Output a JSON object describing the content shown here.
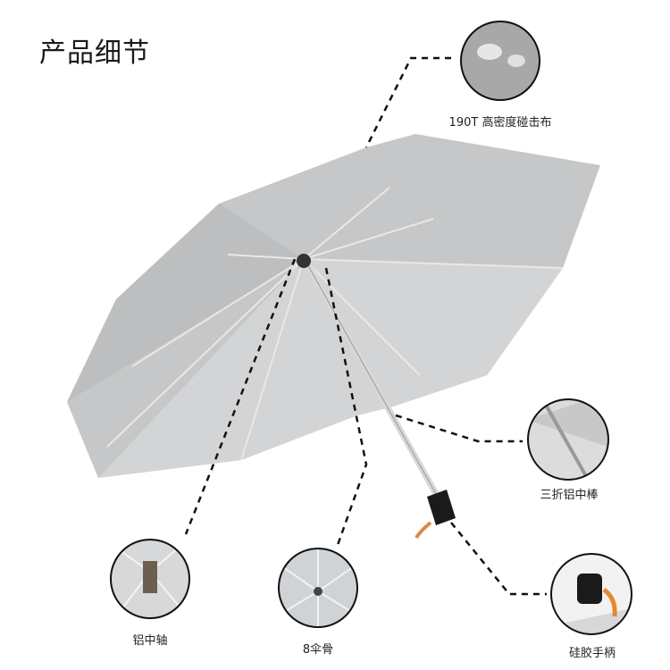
{
  "title": "产品细节",
  "details": [
    {
      "id": "fabric",
      "label": "190T 高密度碰击布"
    },
    {
      "id": "shaft",
      "label": "三折铝中棒"
    },
    {
      "id": "center-axis",
      "label": "铝中轴"
    },
    {
      "id": "ribs",
      "label": "8伞骨"
    },
    {
      "id": "handle",
      "label": "硅胶手柄"
    }
  ],
  "colors": {
    "canopy": "#c4c4c4",
    "canopy_inner": "#d2d3d4",
    "handle": "#1a1a1a",
    "strap": "#d98a4a"
  }
}
